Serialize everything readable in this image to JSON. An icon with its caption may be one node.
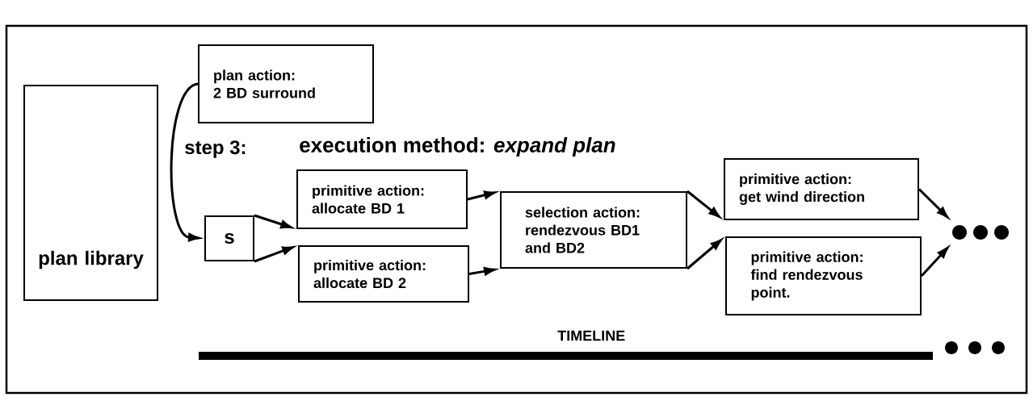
{
  "diagram": {
    "nodes": [
      {
        "text": [
          "plan library"
        ]
      },
      {
        "text": [
          "plan action:",
          "2 BD surround"
        ]
      },
      {
        "text": [
          "s"
        ]
      },
      {
        "text": [
          "primitive action:",
          "allocate BD 1"
        ]
      },
      {
        "text": [
          "primitive action:",
          "allocate BD 2"
        ]
      },
      {
        "text": [
          "selection action:",
          "rendezvous BD1 and BD2"
        ]
      },
      {
        "text": [
          "primitive action:",
          "get wind direction"
        ]
      },
      {
        "text": [
          "primitive action:",
          "find rendezvous point."
        ]
      },
      {
        "text": [],
        "shape": "dots"
      }
    ],
    "edges": [
      {
        "from": 1,
        "to": 2,
        "arrow": "to"
      },
      {
        "from": 2,
        "to": 3,
        "arrow": "to"
      },
      {
        "from": 2,
        "to": 4,
        "arrow": "to"
      },
      {
        "from": 3,
        "to": 5,
        "arrow": "to"
      },
      {
        "from": 4,
        "to": 5,
        "arrow": "to"
      },
      {
        "from": 5,
        "to": 6,
        "arrow": "to"
      },
      {
        "from": 5,
        "to": 7,
        "arrow": "to"
      },
      {
        "from": 6,
        "to": 8,
        "arrow": "to"
      },
      {
        "from": 7,
        "to": 8,
        "arrow": "to"
      }
    ],
    "labels": [
      "step 3:",
      "execution method: *expand plan*",
      "TIMELINE"
    ]
  }
}
